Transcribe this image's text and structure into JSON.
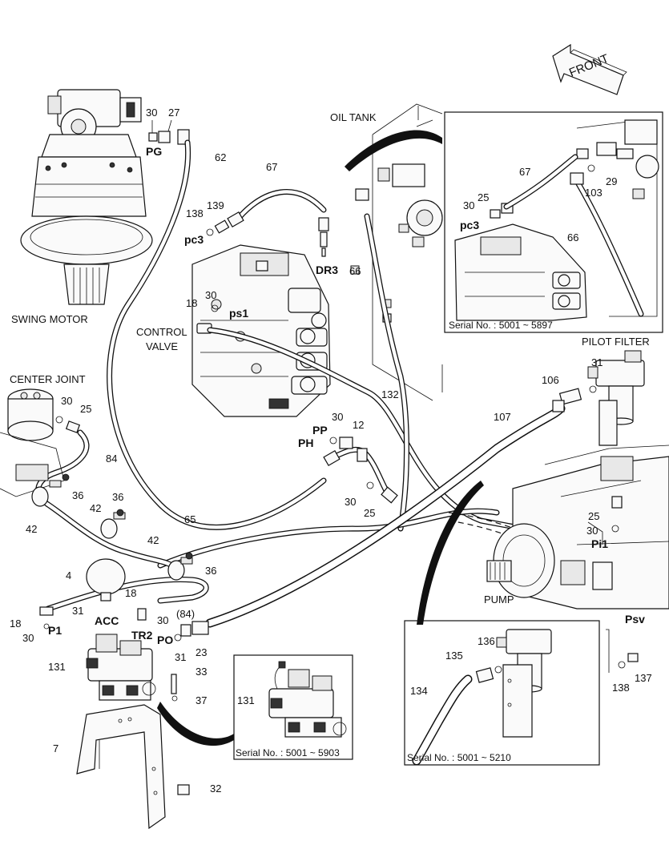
{
  "components": {
    "swing_motor": "SWING MOTOR",
    "control_valve_l1": "CONTROL",
    "control_valve_l2": "VALVE",
    "center_joint": "CENTER JOINT",
    "oil_tank": "OIL TANK",
    "pilot_filter": "PILOT FILTER",
    "pump": "PUMP",
    "front": "FRONT"
  },
  "ports": {
    "pg": "PG",
    "pc3_main": "pc3",
    "pc3_inset": "pc3",
    "ps1": "ps1",
    "dr3": "DR3",
    "pp": "PP",
    "ph": "PH",
    "pi1": "Pi1",
    "psv": "Psv",
    "acc": "ACC",
    "p1": "P1",
    "tr2": "TR2",
    "po": "PO"
  },
  "part_numbers": {
    "n30_pg": "30",
    "n27": "27",
    "n62": "62",
    "n67_main": "67",
    "n139": "139",
    "n138_main": "138",
    "n30_ps1": "30",
    "n18_cv": "18",
    "n66_main": "66",
    "n132": "132",
    "n30_pp": "30",
    "n12": "12",
    "n30_cj": "30",
    "n25_cj": "25",
    "n84": "84",
    "n36_a": "36",
    "n42_a": "42",
    "n36_b": "36",
    "n42_b": "42",
    "n65": "65",
    "n42_c": "42",
    "n36_c": "36",
    "n4": "4",
    "n18_acc": "18",
    "n31_acc": "31",
    "n30_acc": "30",
    "n18_p1": "18",
    "n30_p1": "30",
    "n84_paren": "(84)",
    "n23": "23",
    "n31_po": "31",
    "n30_lower": "30",
    "n25_lower": "25",
    "n33": "33",
    "n131": "131",
    "n37": "37",
    "n7": "7",
    "n32": "32",
    "n67_inset": "67",
    "n29": "29",
    "n103": "103",
    "n30_inset": "30",
    "n25_inset": "25",
    "n66_inset": "66",
    "n31_pf": "31",
    "n106": "106",
    "n107": "107",
    "n25_pump": "25",
    "n30_pump": "30",
    "n138_psv": "138",
    "n137": "137",
    "n136": "136",
    "n135": "135",
    "n134": "134",
    "n131_inset": "131"
  },
  "insets": {
    "top_right_serial": "Serial No. : 5001 ~ 5897",
    "bottom_center_serial": "Serial No. : 5001 ~ 5903",
    "bottom_right_serial": "Serial No. : 5001 ~ 5210"
  }
}
